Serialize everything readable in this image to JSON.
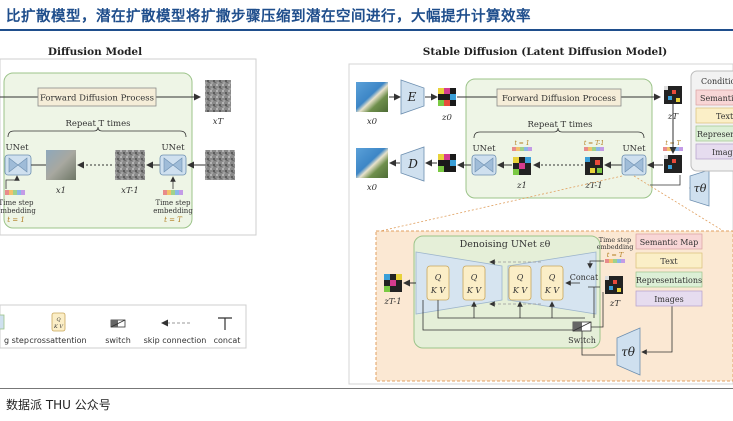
{
  "heading": "比扩散模型，潜在扩散模型将扩撒步骤压缩到潜在空间进行，大幅提升计算效率",
  "source": "数据派 THU 公众号",
  "left": {
    "title": "Diffusion Model",
    "forward": "Forward Diffusion Process",
    "repeat": "Repeat T times",
    "unet": "UNet",
    "xT": "xT",
    "x1": "x1",
    "xT1": "xT-1",
    "timestep": "Time step",
    "embedding": "embedding",
    "t1": "t = 1",
    "tT": "t = T"
  },
  "legend": {
    "step": "g step",
    "crossattention": "crossattention",
    "switch": "switch",
    "skip": "skip connection",
    "concat": "concat",
    "qkv_q": "Q",
    "qkv_kv": "K V"
  },
  "right": {
    "title": "Stable Diffusion (Latent Diffusion Model)",
    "E": "E",
    "D": "D",
    "x0": "x0",
    "z0": "z0",
    "zT": "zT",
    "z1": "z1",
    "zT1": "zT-1",
    "forward": "Forward Diffusion Process",
    "repeat": "Repeat T times",
    "unet": "UNet",
    "t1": "t = 1",
    "tT1": "t = T-1",
    "tT": "t = T",
    "tau": "τθ",
    "cond": [
      "Conditio",
      "Semantic",
      "Text",
      "Represen",
      "Imag"
    ],
    "denoise_title": "Denoising UNet εθ",
    "ts_line1": "Time step",
    "ts_line2": "embedding",
    "ts_t": "t = T",
    "concat": "Concat",
    "switch": "Switch",
    "q": "Q",
    "kv": "K V",
    "cond_big": [
      "Semantic Map",
      "Text",
      "Representations",
      "Images"
    ]
  }
}
